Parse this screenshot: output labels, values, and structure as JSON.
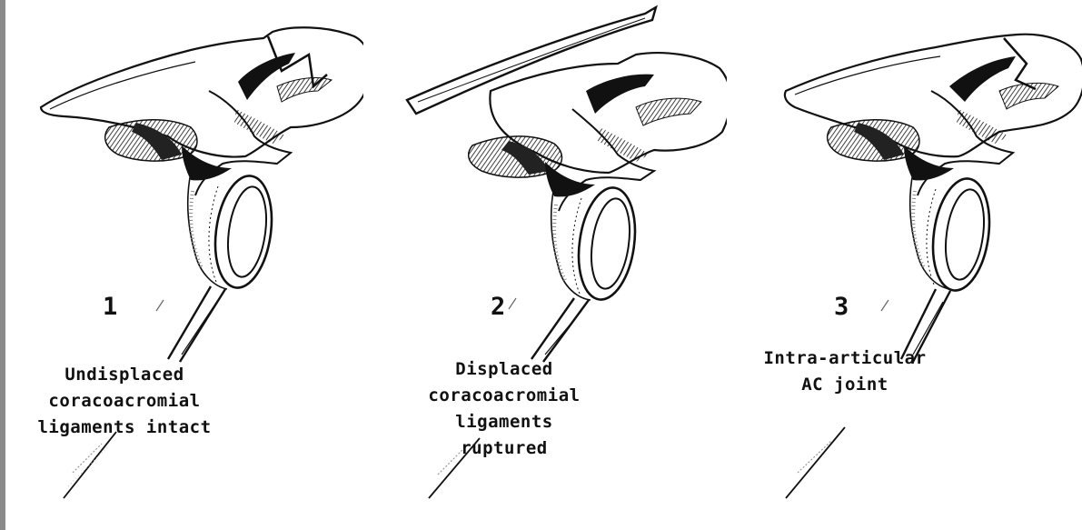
{
  "figure": {
    "panels": [
      {
        "number": "1",
        "caption_lines": [
          "Undisplaced",
          "coracoacromial",
          "ligaments intact"
        ]
      },
      {
        "number": "2",
        "caption_lines": [
          "Displaced",
          "coracoacromial",
          "ligaments",
          "ruptured"
        ]
      },
      {
        "number": "3",
        "caption_lines": [
          "Intra-articular",
          "AC joint"
        ]
      }
    ],
    "colors": {
      "ink": "#111111",
      "paper": "#ffffff"
    }
  }
}
